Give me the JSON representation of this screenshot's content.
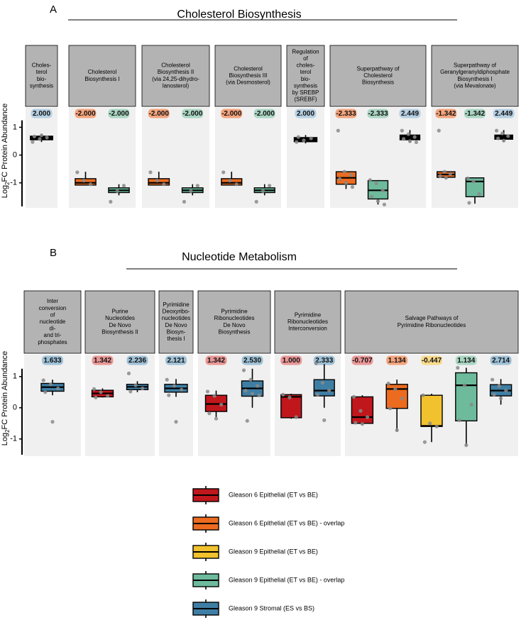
{
  "colors": {
    "panel_bg": "#f0f0f0",
    "strip_bg": "#b3b3b3",
    "g6": "#c0171d",
    "g6o": "#ec6b1f",
    "g9": "#f2c12e",
    "g9o": "#6dbb9c",
    "st": "#3f7ea4",
    "black": "#000000",
    "badge": {
      "g6": "#e89796",
      "g6o": "#f4a47d",
      "g9": "#f7da8c",
      "g9o": "#aad6c2",
      "st": "#9fc1d6",
      "black": "#b6cfe2"
    }
  },
  "legend": [
    {
      "key": "g6",
      "label": "Gleason 6 Epithelial (ET vs BE)"
    },
    {
      "key": "g6o",
      "label": "Gleason 6 Epithelial (ET vs BE) - overlap"
    },
    {
      "key": "g9",
      "label": "Gleason 9 Epithelial (ET vs BE)"
    },
    {
      "key": "g9o",
      "label": "Gleason 9 Epithelial (ET vs BE) - overlap"
    },
    {
      "key": "st",
      "label": "Gleason 9 Stromal (ES vs BS)"
    }
  ],
  "chart_data": [
    {
      "type": "box",
      "panel_letter": "A",
      "title": "Cholesterol Biosynthesis",
      "ylabel": "Log2FC Protein Abundance",
      "y_ticks": [
        -1,
        0,
        1
      ],
      "ylim": [
        -1.9,
        1.7
      ],
      "facets": [
        {
          "name": "Choles-\nterol\nbio-\nsynthesis",
          "boxes": [
            {
              "group": "black",
              "z": "2.000",
              "q1": 0.55,
              "median": 0.61,
              "q3": 0.68,
              "lo": 0.47,
              "hi": 0.73,
              "points": [
                0.47,
                0.58,
                0.63,
                0.67,
                0.71
              ]
            }
          ]
        },
        {
          "name": "Cholesterol\nBiosynthesis I",
          "boxes": [
            {
              "group": "g6o",
              "z": "-2.000",
              "q1": -1.08,
              "median": -1.0,
              "q3": -0.85,
              "lo": -1.08,
              "hi": -0.6,
              "points": [
                -0.62,
                -0.92,
                -1.05
              ]
            },
            {
              "group": "g9o",
              "z": "-2.000",
              "q1": -1.35,
              "median": -1.27,
              "q3": -1.18,
              "lo": -1.45,
              "hi": -1.05,
              "points": [
                -1.68,
                -1.3,
                -1.1
              ]
            }
          ]
        },
        {
          "name": "Cholesterol\nBiosynthesis II\n(via 24,25-dihydro-\nlanosterol)",
          "boxes": [
            {
              "group": "g6o",
              "z": "-2.000",
              "q1": -1.08,
              "median": -1.0,
              "q3": -0.85,
              "lo": -1.08,
              "hi": -0.6,
              "points": [
                -0.62,
                -0.92,
                -1.05
              ]
            },
            {
              "group": "g9o",
              "z": "-2.000",
              "q1": -1.35,
              "median": -1.27,
              "q3": -1.18,
              "lo": -1.45,
              "hi": -1.05,
              "points": [
                -1.68,
                -1.3,
                -1.1
              ]
            }
          ]
        },
        {
          "name": "Cholesterol\nBiosynthesis III\n(via Desmosterol)",
          "boxes": [
            {
              "group": "g6o",
              "z": "-2.000",
              "q1": -1.08,
              "median": -1.0,
              "q3": -0.85,
              "lo": -1.08,
              "hi": -0.6,
              "points": [
                -0.62,
                -0.92,
                -1.05
              ]
            },
            {
              "group": "g9o",
              "z": "-2.000",
              "q1": -1.35,
              "median": -1.27,
              "q3": -1.18,
              "lo": -1.45,
              "hi": -1.05,
              "points": [
                -1.68,
                -1.3,
                -1.1
              ]
            }
          ]
        },
        {
          "name": "Regulation\nof\ncholes-\nterol\nbio-\nsynthesis\nby SREBP\n(SREBF)",
          "boxes": [
            {
              "group": "black",
              "z": "2.000",
              "q1": 0.48,
              "median": 0.55,
              "q3": 0.63,
              "lo": 0.42,
              "hi": 0.72,
              "points": [
                0.47,
                0.53,
                0.6,
                0.65
              ]
            }
          ]
        },
        {
          "name": "Superpathway of\nCholesterol\nBiosynthesis",
          "boxes": [
            {
              "group": "g6o",
              "z": "-2.333",
              "q1": -1.05,
              "median": -0.82,
              "q3": -0.6,
              "lo": -1.22,
              "hi": -0.6,
              "points": [
                0.88,
                -0.6,
                -0.72,
                -0.86,
                -1.0,
                -1.15
              ]
            },
            {
              "group": "g9o",
              "z": "-2.333",
              "q1": -1.58,
              "median": -1.27,
              "q3": -0.92,
              "lo": -1.78,
              "hi": -0.9,
              "points": [
                -0.9,
                -1.02,
                -1.27,
                -1.5,
                -1.66,
                -1.78
              ]
            },
            {
              "group": "black",
              "z": "2.449",
              "q1": 0.55,
              "median": 0.63,
              "q3": 0.72,
              "lo": 0.45,
              "hi": 0.9,
              "points": [
                0.88,
                0.75,
                0.65,
                0.58,
                0.5,
                0.46
              ]
            }
          ]
        },
        {
          "name": "Superpathway of\nGeranylgeranyldiphosphate\nBiosynthesis I\n(via Mevalonate)",
          "boxes": [
            {
              "group": "g6o",
              "z": "-1.342",
              "q1": -0.8,
              "median": -0.7,
              "q3": -0.6,
              "lo": -0.85,
              "hi": -0.58,
              "points": [
                0.88,
                -0.6,
                -0.68,
                -0.75,
                -0.82
              ]
            },
            {
              "group": "g9o",
              "z": "-1.342",
              "q1": -1.5,
              "median": -0.95,
              "q3": -0.82,
              "lo": -1.75,
              "hi": -0.82,
              "points": [
                -0.84,
                -0.95,
                -1.4,
                -1.72
              ]
            },
            {
              "group": "black",
              "z": "2.449",
              "q1": 0.57,
              "median": 0.64,
              "q3": 0.72,
              "lo": 0.48,
              "hi": 0.9,
              "points": [
                0.88,
                0.78,
                0.68,
                0.6,
                0.52
              ]
            }
          ]
        }
      ]
    },
    {
      "type": "box",
      "panel_letter": "B",
      "title": "Nucleotide Metabolism",
      "ylabel": "Log2FC Protein Abundance",
      "y_ticks": [
        -1,
        0,
        1
      ],
      "ylim": [
        -1.55,
        1.7
      ],
      "facets": [
        {
          "name": "Inter\nconversion\nof\nnucleotide\ndi-\nand tri-\nphosphates",
          "boxes": [
            {
              "group": "st",
              "z": "1.633",
              "q1": 0.53,
              "median": 0.66,
              "q3": 0.78,
              "lo": 0.4,
              "hi": 0.9,
              "points": [
                0.88,
                0.75,
                0.62,
                0.5,
                -0.45
              ]
            }
          ]
        },
        {
          "name": "Purine\nNucleotides\nDe Novo\nBiosynthesis II",
          "boxes": [
            {
              "group": "g6",
              "z": "1.342",
              "q1": 0.35,
              "median": 0.46,
              "q3": 0.56,
              "lo": 0.33,
              "hi": 0.62,
              "points": [
                0.6,
                0.5,
                0.38,
                0.33
              ]
            },
            {
              "group": "st",
              "z": "2.236",
              "q1": 0.58,
              "median": 0.67,
              "q3": 0.75,
              "lo": 0.5,
              "hi": 0.85,
              "points": [
                1.1,
                0.72,
                0.62,
                0.52
              ]
            }
          ]
        },
        {
          "name": "Pyrimidine\nDeoxyribo-\nnucleotides\nDe Novo\nBiosyn-\nthesis I",
          "boxes": [
            {
              "group": "st",
              "z": "2.121",
              "q1": 0.5,
              "median": 0.62,
              "q3": 0.75,
              "lo": 0.35,
              "hi": 0.92,
              "points": [
                0.9,
                0.7,
                0.58,
                0.4,
                -0.45
              ]
            }
          ]
        },
        {
          "name": "Pyrimidine\nRibonucleotides\nDe Novo\nBiosynthesis",
          "boxes": [
            {
              "group": "g6",
              "z": "1.342",
              "q1": -0.12,
              "median": 0.12,
              "q3": 0.4,
              "lo": -0.3,
              "hi": 0.55,
              "points": [
                0.52,
                0.38,
                0.1,
                -0.18,
                -0.35
              ]
            },
            {
              "group": "st",
              "z": "2.530",
              "q1": 0.37,
              "median": 0.62,
              "q3": 0.86,
              "lo": 0.0,
              "hi": 1.25,
              "points": [
                1.2,
                0.9,
                0.7,
                0.55,
                0.45,
                0.4,
                -0.42
              ]
            }
          ]
        },
        {
          "name": "Pyrimidine\nRibonucleotides\nInterconversion",
          "boxes": [
            {
              "group": "g6",
              "z": "1.000",
              "q1": -0.32,
              "median": 0.35,
              "q3": 0.42,
              "lo": -0.35,
              "hi": 0.45,
              "points": [
                0.42,
                0.33,
                -0.3
              ]
            },
            {
              "group": "st",
              "z": "2.333",
              "q1": 0.38,
              "median": 0.55,
              "q3": 0.9,
              "lo": 0.0,
              "hi": 1.4,
              "points": [
                1.42,
                0.8,
                0.55,
                0.42,
                -0.4
              ]
            }
          ]
        },
        {
          "name": "Salvage Pathways of\nPyrimidine Ribonucleotides",
          "boxes": [
            {
              "group": "g6",
              "z": "-0.707",
              "q1": -0.5,
              "median": -0.3,
              "q3": 0.35,
              "lo": -0.55,
              "hi": 0.4,
              "points": [
                0.35,
                -0.1,
                -0.3,
                -0.48,
                -0.52
              ]
            },
            {
              "group": "g6o",
              "z": "1.134",
              "q1": -0.02,
              "median": 0.6,
              "q3": 0.75,
              "lo": -0.75,
              "hi": 0.9,
              "points": [
                0.78,
                0.6,
                0.3,
                -0.02,
                -0.72
              ]
            },
            {
              "group": "g9",
              "z": "-0.447",
              "q1": -0.6,
              "median": -0.58,
              "q3": 0.4,
              "lo": -1.1,
              "hi": 0.45,
              "points": [
                0.4,
                -0.5,
                -0.6,
                -1.1
              ]
            },
            {
              "group": "g9o",
              "z": "1.134",
              "q1": -0.42,
              "median": 0.72,
              "q3": 1.12,
              "lo": -1.2,
              "hi": 1.28,
              "points": [
                1.28,
                0.72,
                0.1,
                -0.4,
                -1.2
              ]
            },
            {
              "group": "st",
              "z": "2.714",
              "q1": 0.38,
              "median": 0.55,
              "q3": 0.74,
              "lo": 0.1,
              "hi": 0.92,
              "points": [
                0.9,
                0.7,
                0.55,
                0.42,
                0.3
              ]
            }
          ]
        }
      ]
    }
  ]
}
